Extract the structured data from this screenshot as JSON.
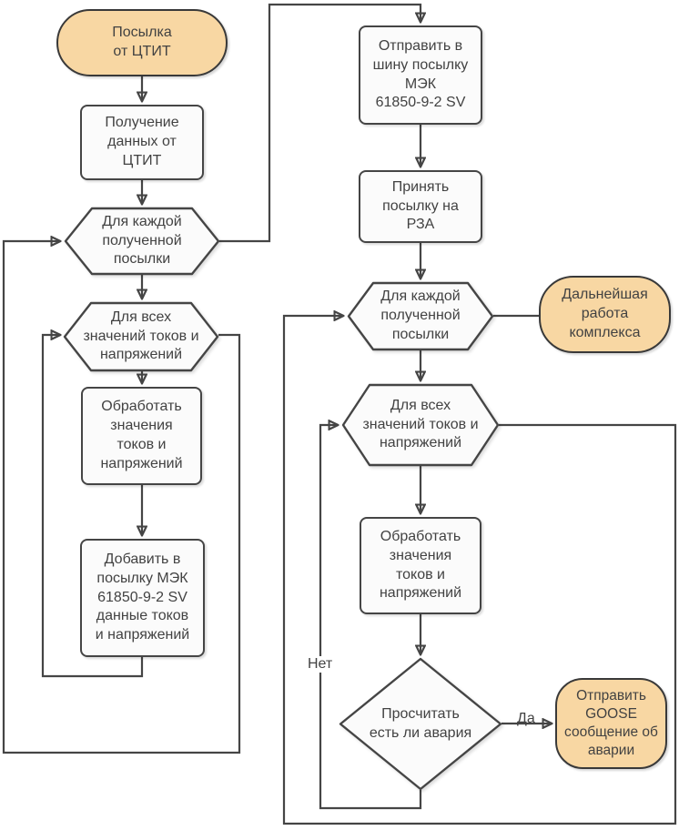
{
  "palette": {
    "background": "#ffffff",
    "process_fill": "#fbfbfb",
    "terminal_fill": "#f8d7a3",
    "stroke": "#454545",
    "text": "#424242"
  },
  "nodes": {
    "start_left": {
      "type": "terminal",
      "label": "Посылка\nот ЦТИТ"
    },
    "receive_data": {
      "type": "process",
      "label": "Получение\nданных от\nЦТИТ"
    },
    "loop_each_parcel_left": {
      "type": "loop",
      "label": "Для каждой\nполученной\nпосылки"
    },
    "loop_all_values_left": {
      "type": "loop",
      "label": "Для всех\nзначений токов и\nнапряжений"
    },
    "process_values_left": {
      "type": "process",
      "label": "Обработать\nзначения\nтоков и\nнапряжений"
    },
    "add_to_parcel": {
      "type": "process",
      "label": "Добавить в\nпосылку МЭК\n61850-9-2 SV\nданные токов\nи напряжений"
    },
    "send_to_bus": {
      "type": "process",
      "label": "Отправить в\nшину посылку\nМЭК\n61850-9-2 SV"
    },
    "receive_on_rza": {
      "type": "process",
      "label": "Принять\nпосылку на\nРЗА"
    },
    "loop_each_parcel_right": {
      "type": "loop",
      "label": "Для каждой\nполученной\nпосылки"
    },
    "further_work": {
      "type": "terminal",
      "label": "Дальнейшая\nработа\nкомплекса"
    },
    "loop_all_values_right": {
      "type": "loop",
      "label": "Для всех\nзначений токов и\nнапряжений"
    },
    "process_values_right": {
      "type": "process",
      "label": "Обработать\nзначения\nтоков и\nнапряжений"
    },
    "check_fault": {
      "type": "decision",
      "label": "Просчитать\nесть ли авария"
    },
    "send_goose": {
      "type": "terminal",
      "label": "Отправить\nGOOSE\nсообщение об\nаварии"
    }
  },
  "edge_labels": {
    "yes": "Да",
    "no": "Нет"
  }
}
